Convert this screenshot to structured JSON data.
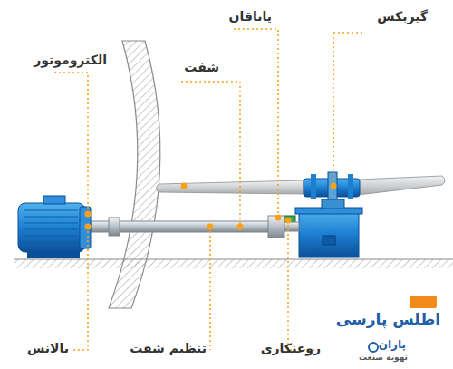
{
  "diagram": {
    "labels": [
      "الکتروموتور",
      "یاتاقان",
      "گیربکس",
      "شفت",
      "بالانس",
      "تنظیم شفت",
      "روغنکاری",
      "اطلس پارسی",
      "پاران",
      "تهویه صنعت"
    ]
  }
}
